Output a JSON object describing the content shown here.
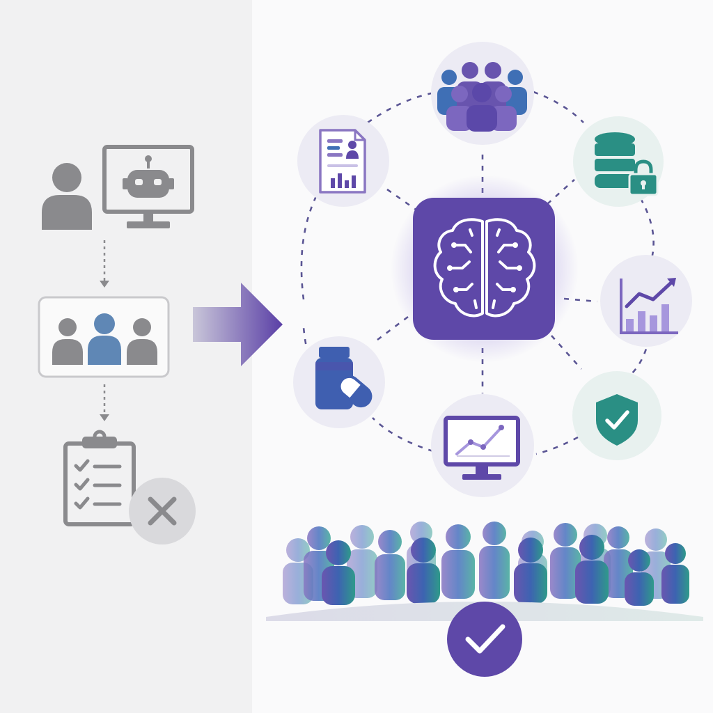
{
  "colors": {
    "left_panel_bg": "#f1f1f2",
    "right_panel_bg": "#fafafb",
    "neutral_gray": "#8a8a8d",
    "light_gray": "#c5c5c8",
    "accent_purple": "#5e48a8",
    "accent_blue": "#3f6fb5",
    "accent_teal": "#27958a",
    "node_lavender": "#ecebf4",
    "node_mint": "#e8f1ef"
  },
  "left_panel": {
    "steps": [
      {
        "icons": [
          "person-icon",
          "robot-monitor-icon"
        ]
      },
      {
        "icons": [
          "group-of-three-icon"
        ]
      },
      {
        "icons": [
          "checklist-clipboard-icon",
          "rejected-x-icon"
        ]
      }
    ],
    "outcome": "rejected"
  },
  "transition": {
    "icon": "gradient-arrow-icon"
  },
  "hub": {
    "icon": "circuit-brain-icon",
    "color": "#5e48a8"
  },
  "nodes": [
    {
      "id": "group",
      "icon": "people-group-icon",
      "style": "lavender"
    },
    {
      "id": "database",
      "icon": "locked-database-icon",
      "style": "mint"
    },
    {
      "id": "analytics",
      "icon": "bar-trend-chart-icon",
      "style": "lavender"
    },
    {
      "id": "security",
      "icon": "shield-check-icon",
      "style": "mint"
    },
    {
      "id": "monitor",
      "icon": "monitor-chart-icon",
      "style": "lavender"
    },
    {
      "id": "medication",
      "icon": "pill-bottle-icon",
      "style": "lavender"
    },
    {
      "id": "report",
      "icon": "profile-report-icon",
      "style": "lavender"
    }
  ],
  "population": {
    "icon": "diverse-crowd-icon",
    "gradient": [
      "#8a76c2",
      "#3f6fb5",
      "#3aa596"
    ],
    "outcome": "approved"
  }
}
